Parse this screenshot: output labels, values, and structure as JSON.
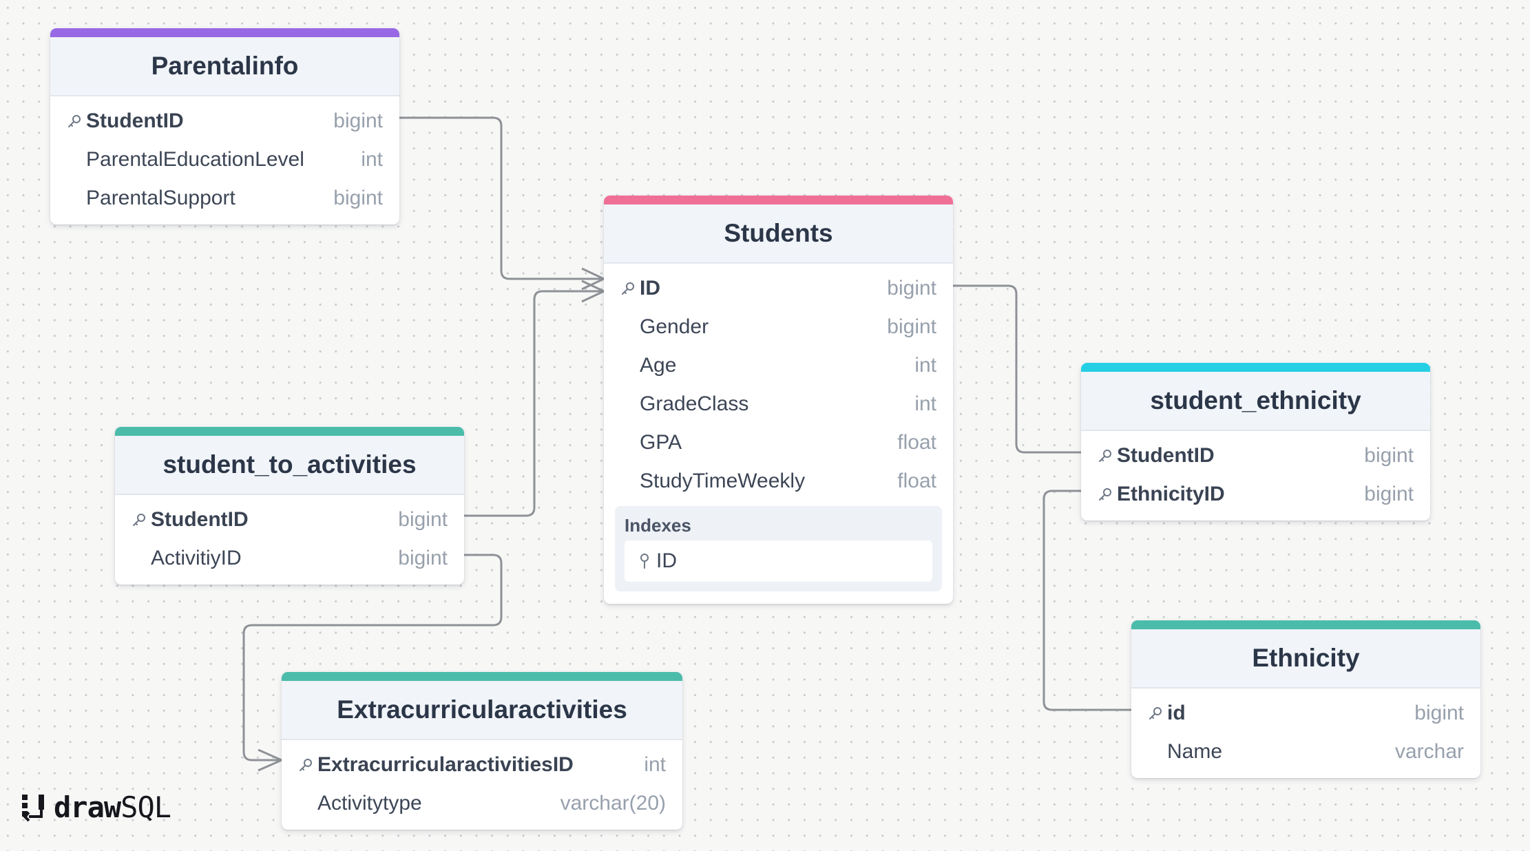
{
  "colors": {
    "purple": "#9869e4",
    "pink": "#ef6f96",
    "teal": "#4cbcaa",
    "cyan": "#25d0e4",
    "connector": "#8e9196"
  },
  "tables": {
    "parentalinfo": {
      "title": "Parentalinfo",
      "fields": [
        {
          "name": "StudentID",
          "type": "bigint",
          "key": true
        },
        {
          "name": "ParentalEducationLevel",
          "type": "int",
          "key": false
        },
        {
          "name": "ParentalSupport",
          "type": "bigint",
          "key": false
        }
      ]
    },
    "students": {
      "title": "Students",
      "fields": [
        {
          "name": "ID",
          "type": "bigint",
          "key": true
        },
        {
          "name": "Gender",
          "type": "bigint",
          "key": false
        },
        {
          "name": "Age",
          "type": "int",
          "key": false
        },
        {
          "name": "GradeClass",
          "type": "int",
          "key": false
        },
        {
          "name": "GPA",
          "type": "float",
          "key": false
        },
        {
          "name": "StudyTimeWeekly",
          "type": "float",
          "key": false
        }
      ],
      "indexes": {
        "title": "Indexes",
        "items": [
          "ID"
        ]
      }
    },
    "student_to_activities": {
      "title": "student_to_activities",
      "fields": [
        {
          "name": "StudentID",
          "type": "bigint",
          "key": true
        },
        {
          "name": "ActivitiyID",
          "type": "bigint",
          "key": false
        }
      ]
    },
    "student_ethnicity": {
      "title": "student_ethnicity",
      "fields": [
        {
          "name": "StudentID",
          "type": "bigint",
          "key": true
        },
        {
          "name": "EthnicityID",
          "type": "bigint",
          "key": true
        }
      ]
    },
    "extracurricularactivities": {
      "title": "Extracurricularactivities",
      "fields": [
        {
          "name": "ExtracurricularactivitiesID",
          "type": "int",
          "key": true
        },
        {
          "name": "Activitytype",
          "type": "varchar(20)",
          "key": false
        }
      ]
    },
    "ethnicity": {
      "title": "Ethnicity",
      "fields": [
        {
          "name": "id",
          "type": "bigint",
          "key": true
        },
        {
          "name": "Name",
          "type": "varchar",
          "key": false
        }
      ]
    }
  },
  "logo": {
    "bold": "draw",
    "light": "SQL"
  }
}
